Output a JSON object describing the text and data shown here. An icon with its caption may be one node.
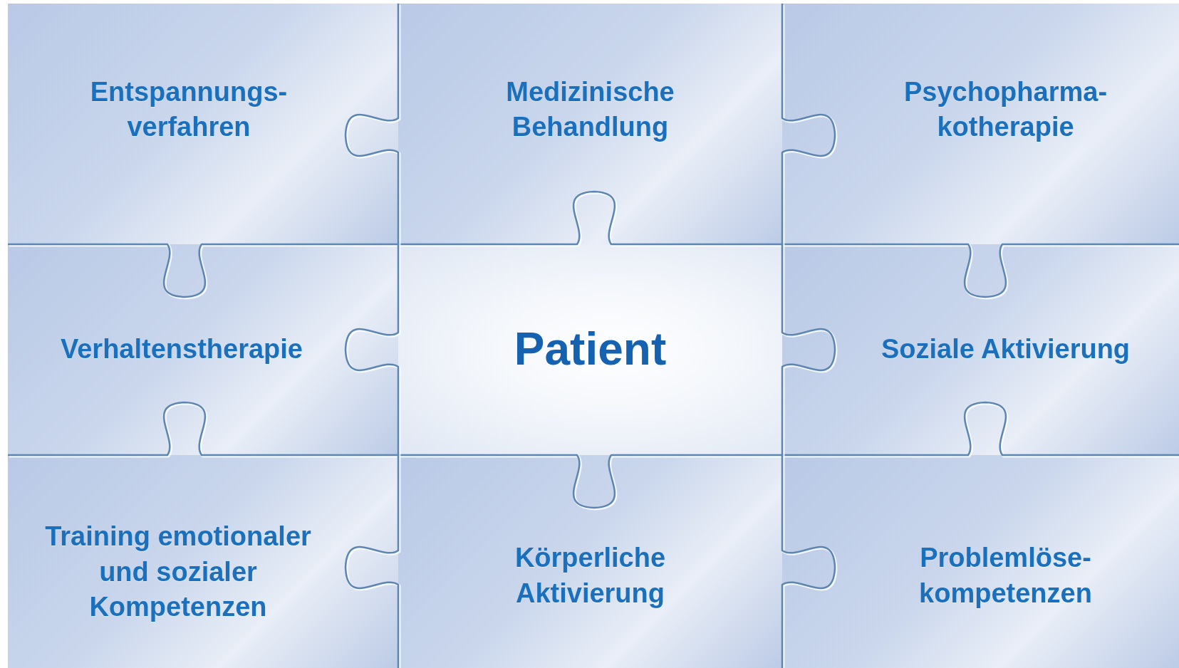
{
  "diagram": {
    "nodes": [
      {
        "text": [
          "Entspannungs- verfahren"
        ]
      },
      {
        "text": [
          "Medizinische Behandlung"
        ]
      },
      {
        "text": [
          "Psychopharma- kotherapie"
        ]
      },
      {
        "text": [
          "Verhaltenstherapie"
        ]
      },
      {
        "text": [
          "Patient"
        ]
      },
      {
        "text": [
          "Soziale Aktivierung"
        ]
      },
      {
        "text": [
          "Training emotionaler und sozialer Kompetenzen"
        ]
      },
      {
        "text": [
          "Körperliche Aktivierung"
        ]
      },
      {
        "text": [
          "Problemlöse- kompetenzen"
        ]
      }
    ]
  }
}
